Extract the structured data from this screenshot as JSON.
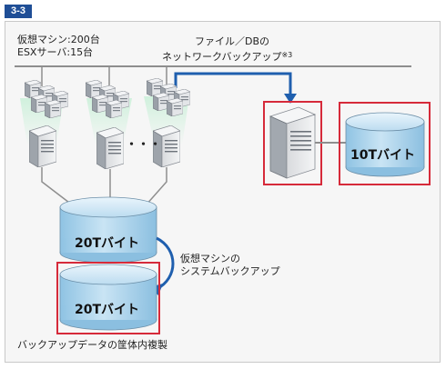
{
  "figure_label": "3-3",
  "environment": {
    "vm_count": "仮想マシン:200台",
    "esx_count": "ESXサーバ:15台"
  },
  "network_backup": {
    "line1": "ファイル／DBの",
    "line2": "ネットワークバックアップ",
    "footnote": "※3"
  },
  "ellipsis": "・・・",
  "storage": {
    "primary_capacity": "20Tバイト",
    "replica_capacity": "20Tバイト",
    "backup_capacity": "10Tバイト"
  },
  "system_backup": {
    "line1": "仮想マシンの",
    "line2": "システムバックアップ"
  },
  "caption": "バックアップデータの筐体内複製",
  "colors": {
    "highlight_red": "#d62a3a",
    "arrow_blue": "#1f5fae",
    "label_blue": "#1f4e96",
    "cylinder_fill": "#a9d2ec"
  }
}
